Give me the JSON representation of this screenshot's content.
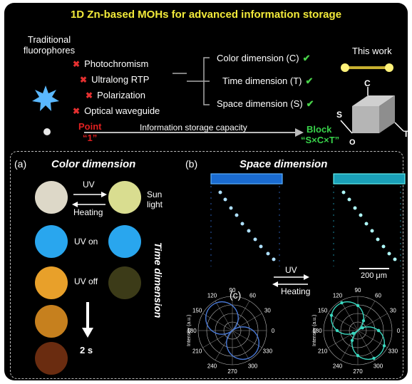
{
  "title": "1D Zn-based MOHs for advanced information storage",
  "header": {
    "traditional": [
      "Traditional",
      "fluorophores"
    ],
    "features": [
      "Photochromism",
      "Ultralong RTP",
      "Polarization",
      "Optical waveguide"
    ],
    "dimensions": [
      "Color dimension (C)",
      "Time dimension (T)",
      "Space dimension (S)"
    ],
    "this_work": "This work",
    "point_label": "Point",
    "point_value": "“1”",
    "capacity_label": "Information storage capacity",
    "block_label": "Block",
    "block_value": "“S×C×T”",
    "axes": {
      "c": "C",
      "s": "S",
      "t": "T",
      "o": "O"
    }
  },
  "panel_a": {
    "label": "(a)",
    "title": "Color dimension",
    "uv": "UV",
    "heating": "Heating",
    "sunlight": [
      "Sun",
      "light"
    ],
    "uv_on": "UV on",
    "uv_off": "UV off",
    "time_dim": "Time dimension",
    "time": "2 s",
    "colors": {
      "white": "#ddd8c8",
      "yellow_green": "#d9dd90",
      "blue": "#29a6ee",
      "orange": "#e8a02a",
      "olive": "#3c3b18",
      "orange2": "#c6801e",
      "brown": "#6a2c10"
    }
  },
  "panel_b": {
    "label": "(b)",
    "title": "Space dimension",
    "uv": "UV",
    "heating": "Heating",
    "scale_bar": "200 μm",
    "colors": {
      "left": "#3aa0ff",
      "right": "#40e0e8"
    }
  },
  "panel_c": {
    "label": "(c)",
    "ylabel": "Intensity (a.u.)",
    "angles": [
      "90",
      "60",
      "30",
      "0",
      "330",
      "300",
      "270",
      "240",
      "210",
      "180",
      "150",
      "120"
    ]
  }
}
